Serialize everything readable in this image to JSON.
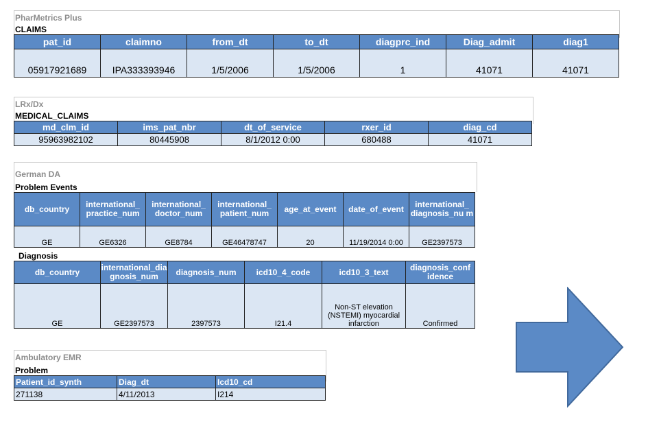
{
  "pharmetrics": {
    "source": "PharMetrics Plus",
    "table_name": "CLAIMS",
    "columns": [
      "pat_id",
      "claimno",
      "from_dt",
      "to_dt",
      "diagprc_ind",
      "Diag_admit",
      "diag1"
    ],
    "row": [
      "05917921689",
      "IPA333393946",
      "1/5/2006",
      "1/5/2006",
      "1",
      "41071",
      "41071"
    ]
  },
  "lrx": {
    "source": "LRx/Dx",
    "table_name": "MEDICAL_CLAIMS",
    "columns": [
      "md_clm_id",
      "ims_pat_nbr",
      "dt_of_service",
      "rxer_id",
      "diag_cd"
    ],
    "row": [
      "95963982102",
      "80445908",
      "8/1/2012 0:00",
      "680488",
      "41071"
    ]
  },
  "german": {
    "source": "German DA",
    "events_name": "Problem Events",
    "events_columns": [
      "db_country",
      "international_ practice_num",
      "international_ doctor_num",
      "international_ patient_num",
      "age_at_event",
      "date_of_event",
      "international_ diagnosis_nu m"
    ],
    "events_row": [
      "GE",
      "GE6326",
      "GE8784",
      "GE46478747",
      "20",
      "11/19/2014 0:00",
      "GE2397573"
    ],
    "diagnosis_name": "Diagnosis",
    "diagnosis_columns": [
      "db_country",
      "international_dia gnosis_num",
      "diagnosis_num",
      "icd10_4_code",
      "icd10_3_text",
      "diagnosis_conf idence"
    ],
    "diagnosis_row": [
      "GE",
      "GE2397573",
      "2397573",
      "I21.4",
      "Non-ST elevation (NSTEMI) myocardial infarction",
      "Confirmed"
    ]
  },
  "emr": {
    "source": "Ambulatory EMR",
    "table_name": "Problem",
    "columns": [
      "Patient_id_synth",
      "Diag_dt",
      "Icd10_cd"
    ],
    "row": [
      "271138",
      "4/11/2013",
      "I214"
    ]
  },
  "colors": {
    "header_fill": "#5b8ac6",
    "cell_fill": "#dbe6f3",
    "arrow_fill": "#5b8ac6",
    "arrow_stroke": "#41699c"
  },
  "arrow_icon": "right-arrow-icon"
}
